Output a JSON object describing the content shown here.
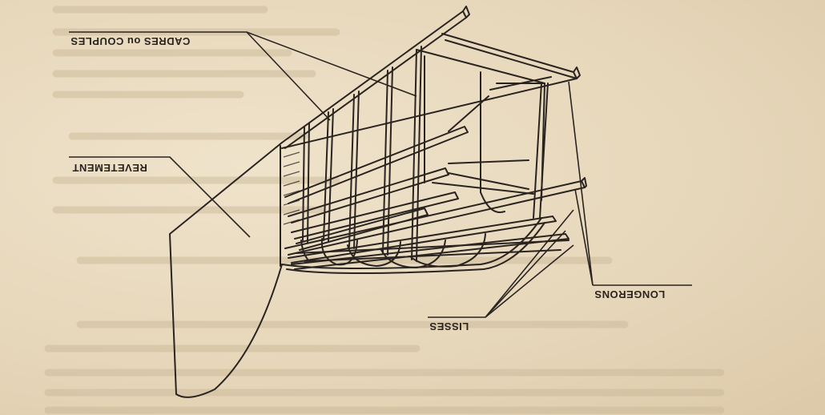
{
  "diagram": {
    "labels": {
      "cadres": "CADRES ou COUPLES",
      "revetement": "REVETEMENT",
      "longerons": "LONGERONS",
      "lisses": "LISSES"
    },
    "colors": {
      "paper": "#e9dcc2",
      "ink": "#2a2420",
      "bleed_text": "#b9a98c"
    }
  }
}
